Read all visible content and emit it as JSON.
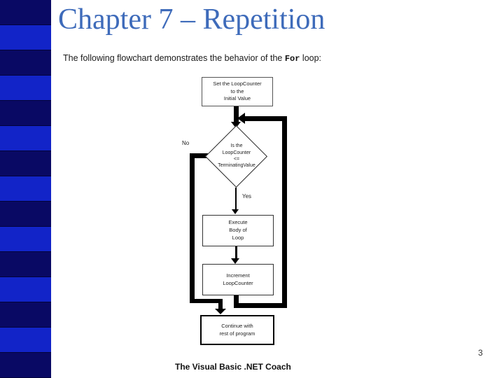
{
  "slide": {
    "title": "Chapter 7 – Repetition",
    "subtitle_prefix": "The following flowchart demonstrates the behavior of the ",
    "subtitle_code": "For",
    "subtitle_suffix": " loop:",
    "footer": "The Visual Basic .NET Coach",
    "page_number": "3"
  },
  "colors": {
    "title_blue": "#3e6bba",
    "sidebar_dark": "#090964",
    "sidebar_bright": "#1224c8",
    "line_black": "#000000"
  },
  "flowchart": {
    "nodes": [
      {
        "id": "init",
        "type": "process",
        "lines": [
          "Set the LoopCounter",
          "to the",
          "Initial Value"
        ]
      },
      {
        "id": "condition",
        "type": "decision",
        "lines": [
          "Is the",
          "LoopCounter",
          "<=",
          "TerminatingValue"
        ]
      },
      {
        "id": "execute",
        "type": "process",
        "lines": [
          "Execute",
          "Body of",
          "Loop"
        ]
      },
      {
        "id": "increment",
        "type": "process",
        "lines": [
          "Increment",
          "LoopCounter"
        ]
      },
      {
        "id": "continue",
        "type": "process",
        "lines": [
          "Continue with",
          "rest of program"
        ]
      }
    ],
    "edge_labels": {
      "no": "No",
      "yes": "Yes"
    }
  }
}
